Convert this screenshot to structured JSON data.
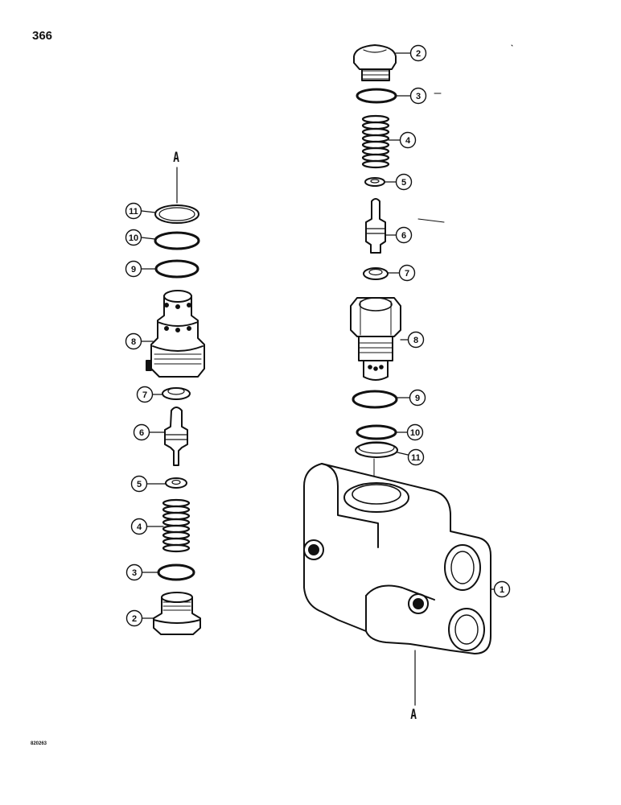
{
  "page_number": "366",
  "reference_code": "820263",
  "section_marks": {
    "left_top": "A",
    "right_bottom": "A"
  },
  "callouts": {
    "left": [
      "11",
      "10",
      "9",
      "8",
      "7",
      "6",
      "5",
      "4",
      "3",
      "2"
    ],
    "right": [
      "2",
      "3",
      "4",
      "5",
      "6",
      "7",
      "8",
      "9",
      "10",
      "11",
      "1"
    ]
  },
  "part_icons": {
    "1": "valve-body",
    "2": "plug",
    "3": "o-ring",
    "4": "spring",
    "5": "washer",
    "6": "poppet",
    "7": "seat",
    "8": "valve-housing",
    "9": "o-ring",
    "10": "o-ring",
    "11": "backup-ring"
  },
  "colors": {
    "ink": "#111111",
    "paper": "#ffffff",
    "shade": "#c9c9c9"
  }
}
